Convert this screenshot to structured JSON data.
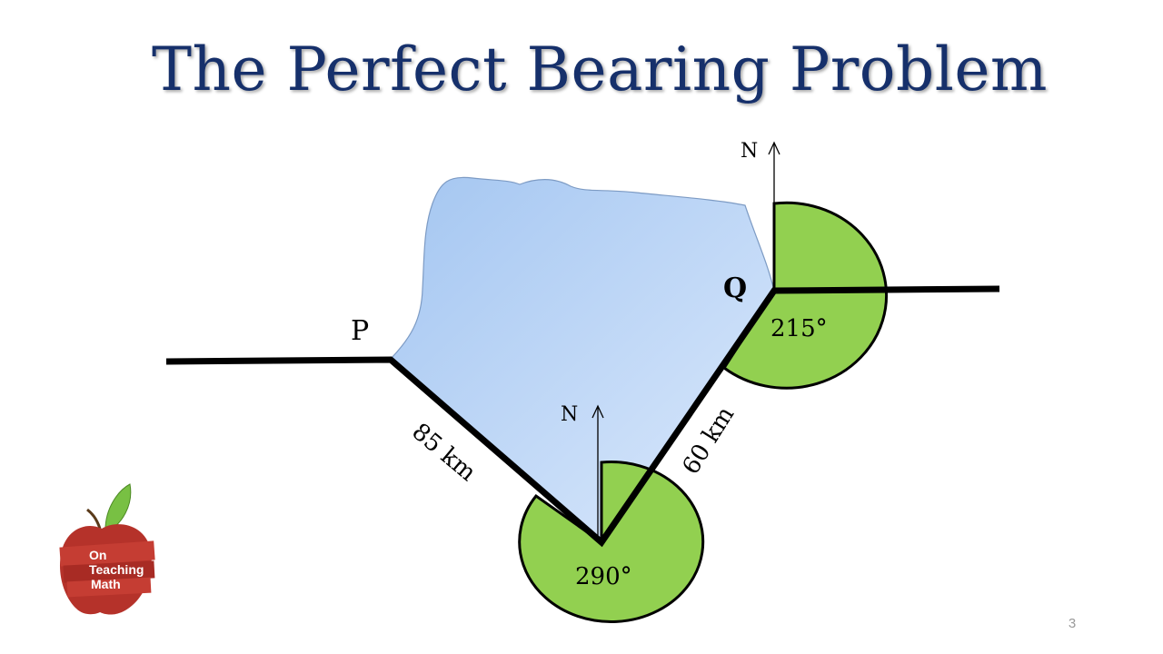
{
  "title": "The Perfect Bearing Problem",
  "page_number": "3",
  "diagram": {
    "point_p": "P",
    "point_q": "Q",
    "north_label_q": "N",
    "north_label_bottom": "N",
    "distance_pb": "85 km",
    "distance_bq": "60 km",
    "angle_q": "215°",
    "angle_bottom": "290°"
  },
  "logo": {
    "line1": "On",
    "line2": "Teaching",
    "line3": "Math"
  },
  "colors": {
    "title": "#16306b",
    "lake_fill_light": "#d6e6fb",
    "lake_fill_dark": "#a4c6f1",
    "angle_fill": "#92d050",
    "path": "#000000",
    "logo_apple": "#b5322a",
    "logo_leaf": "#78c043"
  }
}
